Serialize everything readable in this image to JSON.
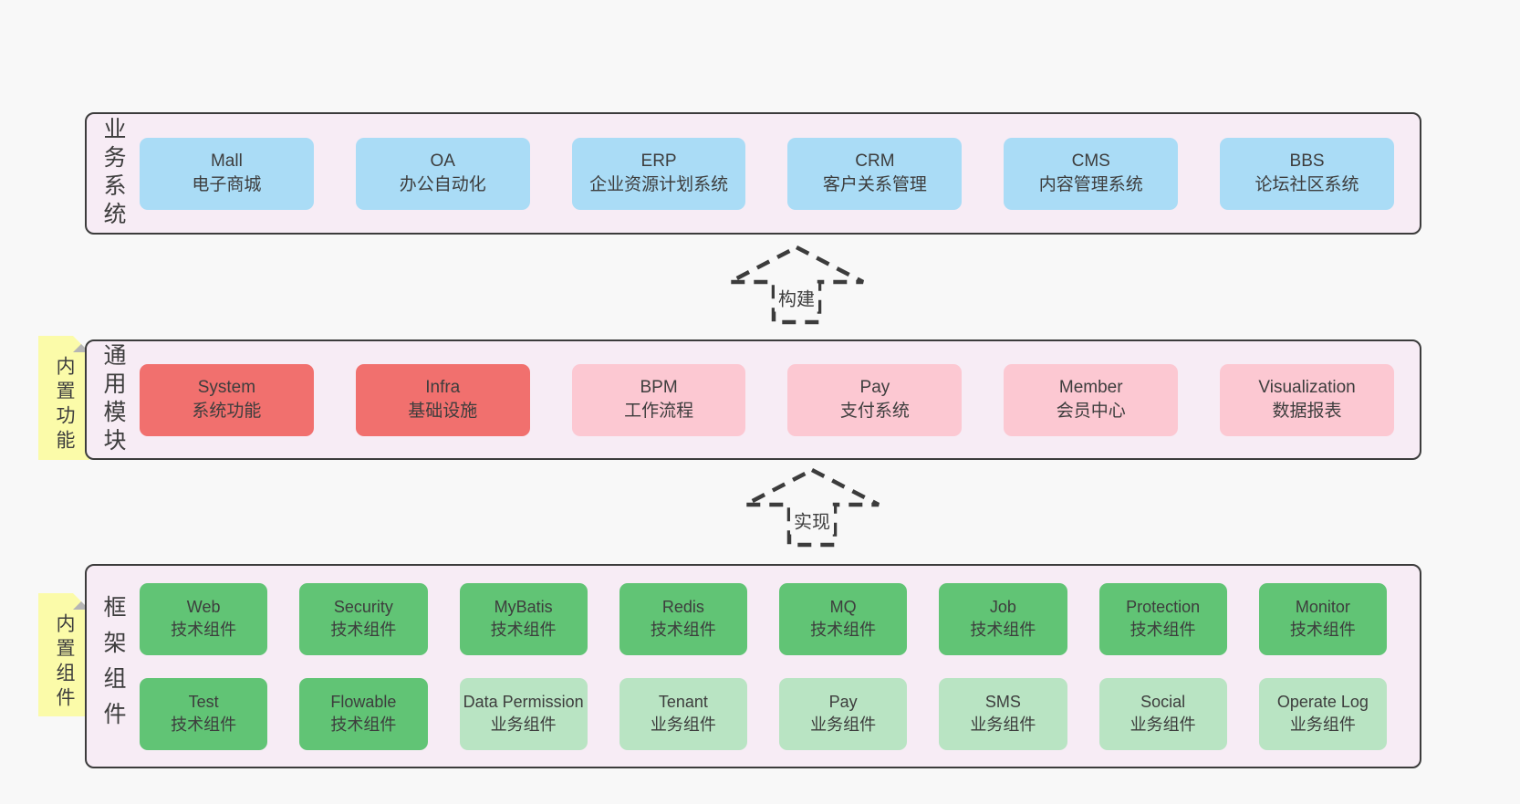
{
  "colors": {
    "page_bg": "#f8f8f8",
    "section_bg": "#f7ecf5",
    "section_border": "#3c3c3c",
    "blue_box": "#aadcf6",
    "red_box": "#f1706e",
    "pink_box": "#fcc8d2",
    "green_box": "#61c475",
    "light_green_box": "#b9e4c3",
    "sticky_yellow": "#fbfba9",
    "sticky_fold_gray": "#b5b5b5",
    "text": "#3d3d3d"
  },
  "business_section": {
    "label": "业务系统",
    "boxes": [
      {
        "name": "Mall",
        "desc": "电子商城"
      },
      {
        "name": "OA",
        "desc": "办公自动化"
      },
      {
        "name": "ERP",
        "desc": "企业资源计划系统"
      },
      {
        "name": "CRM",
        "desc": "客户关系管理"
      },
      {
        "name": "CMS",
        "desc": "内容管理系统"
      },
      {
        "name": "BBS",
        "desc": "论坛社区系统"
      }
    ]
  },
  "build_arrow": {
    "label": "构建"
  },
  "module_section": {
    "sticky": "内置功能",
    "label": "通用模块",
    "boxes": [
      {
        "name": "System",
        "desc": "系统功能"
      },
      {
        "name": "Infra",
        "desc": "基础设施"
      },
      {
        "name": "BPM",
        "desc": "工作流程"
      },
      {
        "name": "Pay",
        "desc": "支付系统"
      },
      {
        "name": "Member",
        "desc": "会员中心"
      },
      {
        "name": "Visualization",
        "desc": "数据报表"
      }
    ]
  },
  "implement_arrow": {
    "label": "实现"
  },
  "component_section": {
    "sticky": "内置组件",
    "label": "框架组件",
    "row1": [
      {
        "name": "Web",
        "desc": "技术组件"
      },
      {
        "name": "Security",
        "desc": "技术组件"
      },
      {
        "name": "MyBatis",
        "desc": "技术组件"
      },
      {
        "name": "Redis",
        "desc": "技术组件"
      },
      {
        "name": "MQ",
        "desc": "技术组件"
      },
      {
        "name": "Job",
        "desc": "技术组件"
      },
      {
        "name": "Protection",
        "desc": "技术组件"
      },
      {
        "name": "Monitor",
        "desc": "技术组件"
      }
    ],
    "row2": [
      {
        "name": "Test",
        "desc": "技术组件"
      },
      {
        "name": "Flowable",
        "desc": "技术组件"
      },
      {
        "name": "Data Permission",
        "desc": "业务组件"
      },
      {
        "name": "Tenant",
        "desc": "业务组件"
      },
      {
        "name": "Pay",
        "desc": "业务组件"
      },
      {
        "name": "SMS",
        "desc": "业务组件"
      },
      {
        "name": "Social",
        "desc": "业务组件"
      },
      {
        "name": "Operate Log",
        "desc": "业务组件"
      }
    ]
  }
}
